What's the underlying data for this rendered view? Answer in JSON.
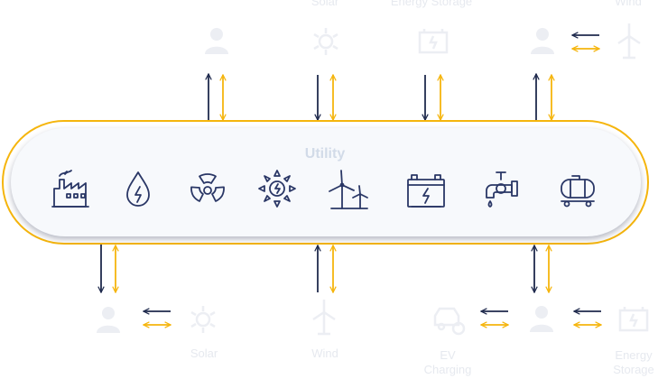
{
  "hub": {
    "title": "Utility",
    "icons": [
      "factory-icon",
      "water-drop-icon",
      "nuclear-icon",
      "solar-icon",
      "wind-turbine-icon",
      "battery-icon",
      "water-tap-icon",
      "tank-trailer-icon"
    ]
  },
  "faded_top_labels": [
    "Solar",
    "Energy Storage",
    "Wind"
  ],
  "faded_bottom_labels": [
    "Solar",
    "Wind",
    "EV",
    "Charging",
    "Energy",
    "Storage"
  ],
  "colors": {
    "navy": "#1f2a4d",
    "gold": "#f5b50d",
    "faded": "#e6e9ef",
    "hub_fill": "#f7f9fc"
  }
}
